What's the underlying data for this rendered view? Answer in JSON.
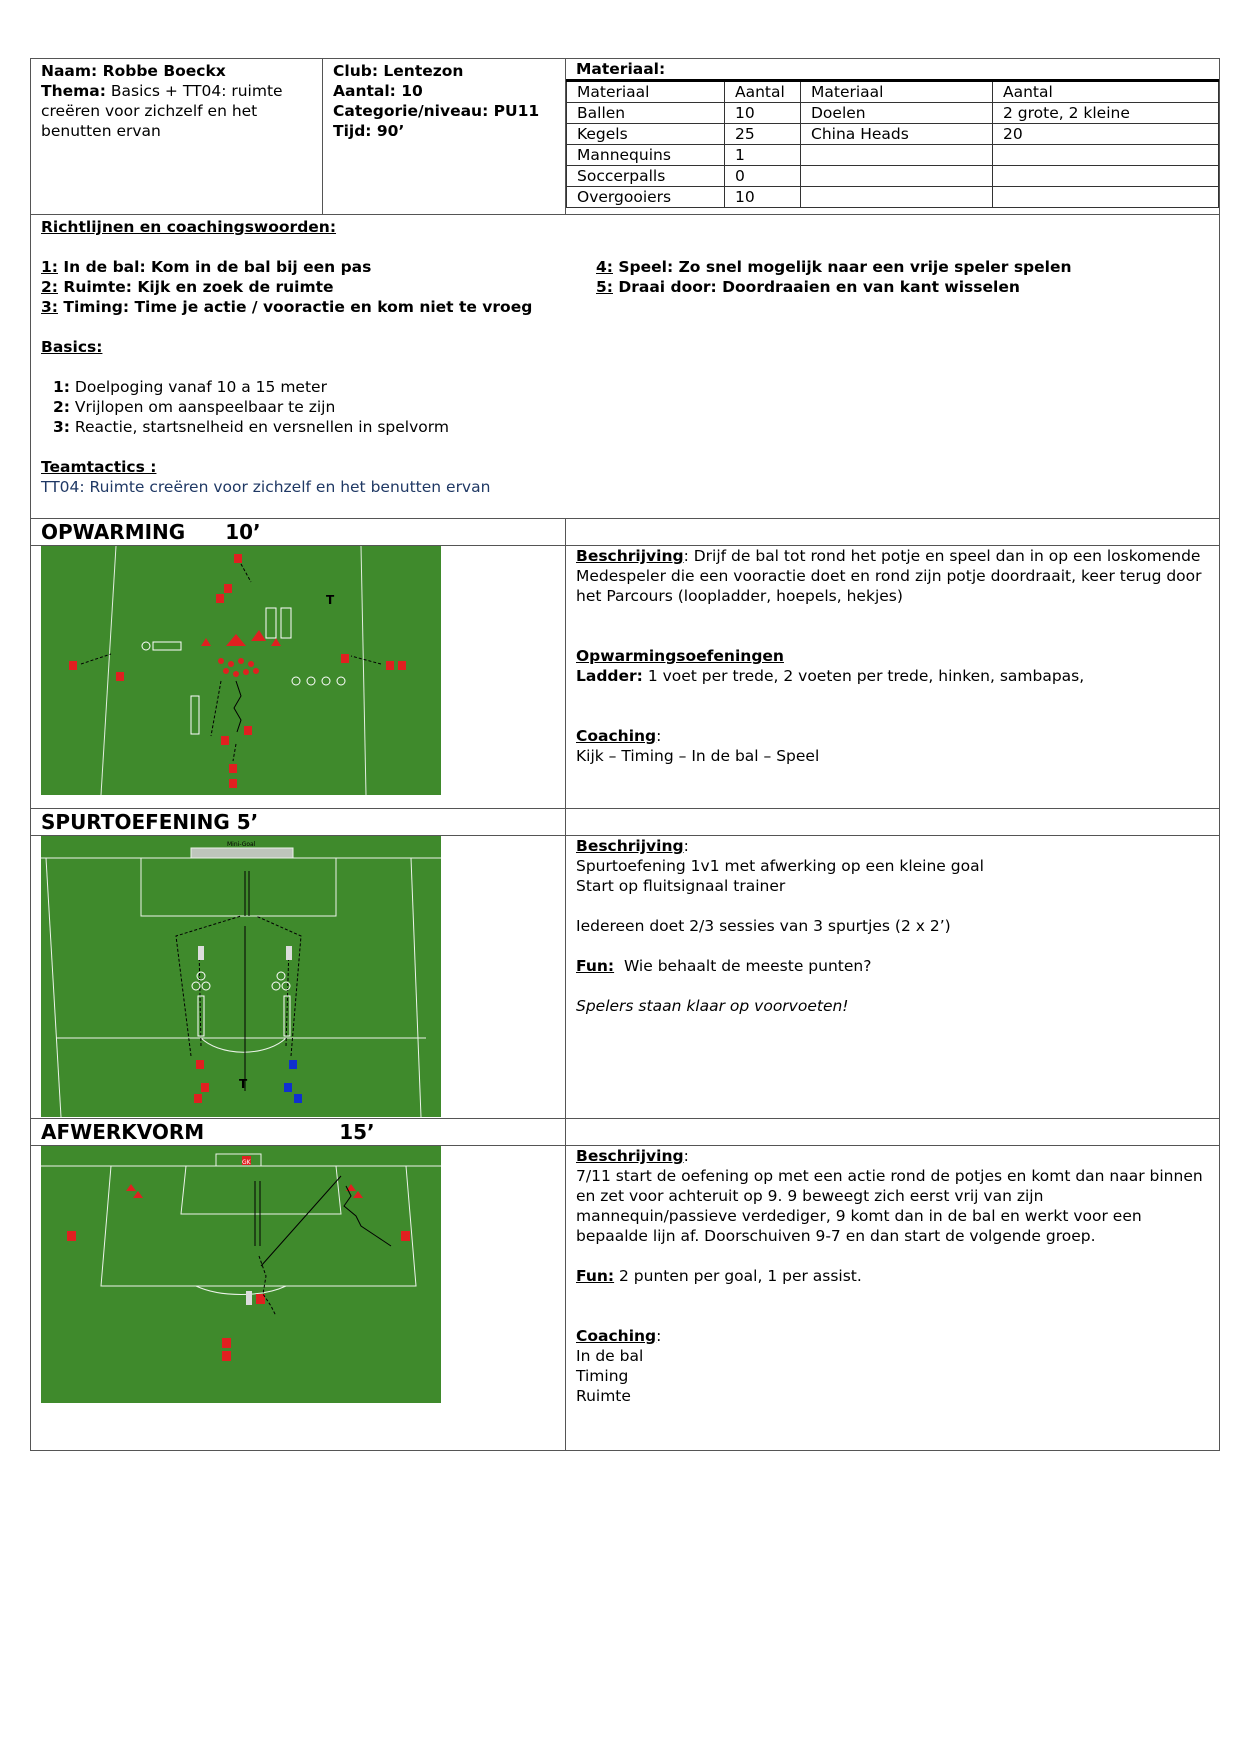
{
  "header": {
    "naam": "Naam: Robbe Boeckx",
    "thema_label": "Thema:",
    "thema_value": " Basics + TT04: ruimte creëren voor zichzelf en het benutten ervan",
    "club": "Club: Lentezon",
    "aantal": "Aantal: 10",
    "categorie": "Categorie/niveau: PU11",
    "tijd": "Tijd: 90’",
    "materiaal_title": "Materiaal:"
  },
  "materiaal_table": {
    "headers": [
      "Materiaal",
      "Aantal",
      "Materiaal",
      "Aantal"
    ],
    "rows": [
      [
        "Ballen",
        "10",
        "Doelen",
        "2 grote, 2 kleine"
      ],
      [
        "Kegels",
        "25",
        "China Heads",
        "20"
      ],
      [
        "Mannequins",
        "1",
        "",
        ""
      ],
      [
        "Soccerpalls",
        "0",
        "",
        ""
      ],
      [
        "Overgooiers",
        "10",
        "",
        ""
      ]
    ]
  },
  "richtlijnen": {
    "title": "Richtlijnen en coachingswoorden:",
    "left": [
      {
        "num": "1:",
        "text": " In de bal: Kom in de bal bij een pas"
      },
      {
        "num": "2:",
        "text": " Ruimte: Kijk en zoek de ruimte"
      },
      {
        "num": "3:",
        "text": " Timing: Time je actie / vooractie en kom niet te vroeg"
      }
    ],
    "right": [
      {
        "num": "4:",
        "text": " Speel: Zo snel mogelijk naar een vrije speler spelen"
      },
      {
        "num": "5:",
        "text": " Draai door: Doordraaien en van kant wisselen"
      }
    ]
  },
  "basics": {
    "title": "Basics:",
    "items": [
      {
        "num": "1:",
        "text": " Doelpoging vanaf 10 a 15 meter"
      },
      {
        "num": "2:",
        "text": " Vrijlopen om aanspeelbaar te zijn"
      },
      {
        "num": "3:",
        "text": " Reactie, startsnelheid en versnellen in spelvorm"
      }
    ]
  },
  "teamtactics": {
    "title": "Teamtactics :",
    "text": "TT04: Ruimte creëren voor zichzelf en het benutten ervan"
  },
  "opwarming": {
    "title": "OPWARMING",
    "time": "10’",
    "beschrijving_label": "Beschrijving",
    "beschrijving_text": ": Drijf de bal tot rond het potje en speel dan in op een loskomende Medespeler die een vooractie doet en rond zijn potje doordraait, keer terug door het Parcours (loopladder, hoepels, hekjes)",
    "oefeningen_label": "Opwarmingsoefeningen",
    "ladder_label": "Ladder:",
    "ladder_text": " 1 voet per trede, 2 voeten per trede, hinken, sambapas,",
    "coaching_label": "Coaching",
    "coaching_text": "Kijk – Timing – In de bal – Speel"
  },
  "spurt": {
    "title": "SPURTOEFENING 5’",
    "beschrijving_label": "Beschrijving",
    "lines": [
      "Spurtoefening 1v1 met afwerking op een kleine goal",
      "Start op fluitsignaal trainer"
    ],
    "sessies": "Iedereen doet 2/3 sessies van 3 spurtjes (2 x 2’)",
    "fun_label": "Fun:",
    "fun_text": "  Wie behaalt de meeste punten?",
    "note": "Spelers staan klaar op voorvoeten!",
    "goal_label": "Mini-Goal"
  },
  "afwerk": {
    "title": "AFWERKVORM",
    "time": "15’",
    "beschrijving_label": "Beschrijving",
    "beschrijving_text": "7/11 start de oefening op met een actie rond de potjes en komt dan naar binnen en zet voor achteruit op 9. 9 beweegt zich eerst vrij van zijn mannequin/passieve verdediger, 9 komt dan in de bal en werkt voor een bepaalde lijn af. Doorschuiven 9-7 en dan start de volgende groep.",
    "fun_label": "Fun:",
    "fun_text": " 2 punten per goal, 1 per assist.",
    "coaching_label": "Coaching",
    "coaching_items": [
      "In de bal",
      "Timing",
      "Ruimte"
    ],
    "gk_label": "GK"
  },
  "colors": {
    "pitch": "#3f8a2c",
    "line": "#ffffff",
    "player_red": "#e02020",
    "player_blue": "#1030d0"
  }
}
